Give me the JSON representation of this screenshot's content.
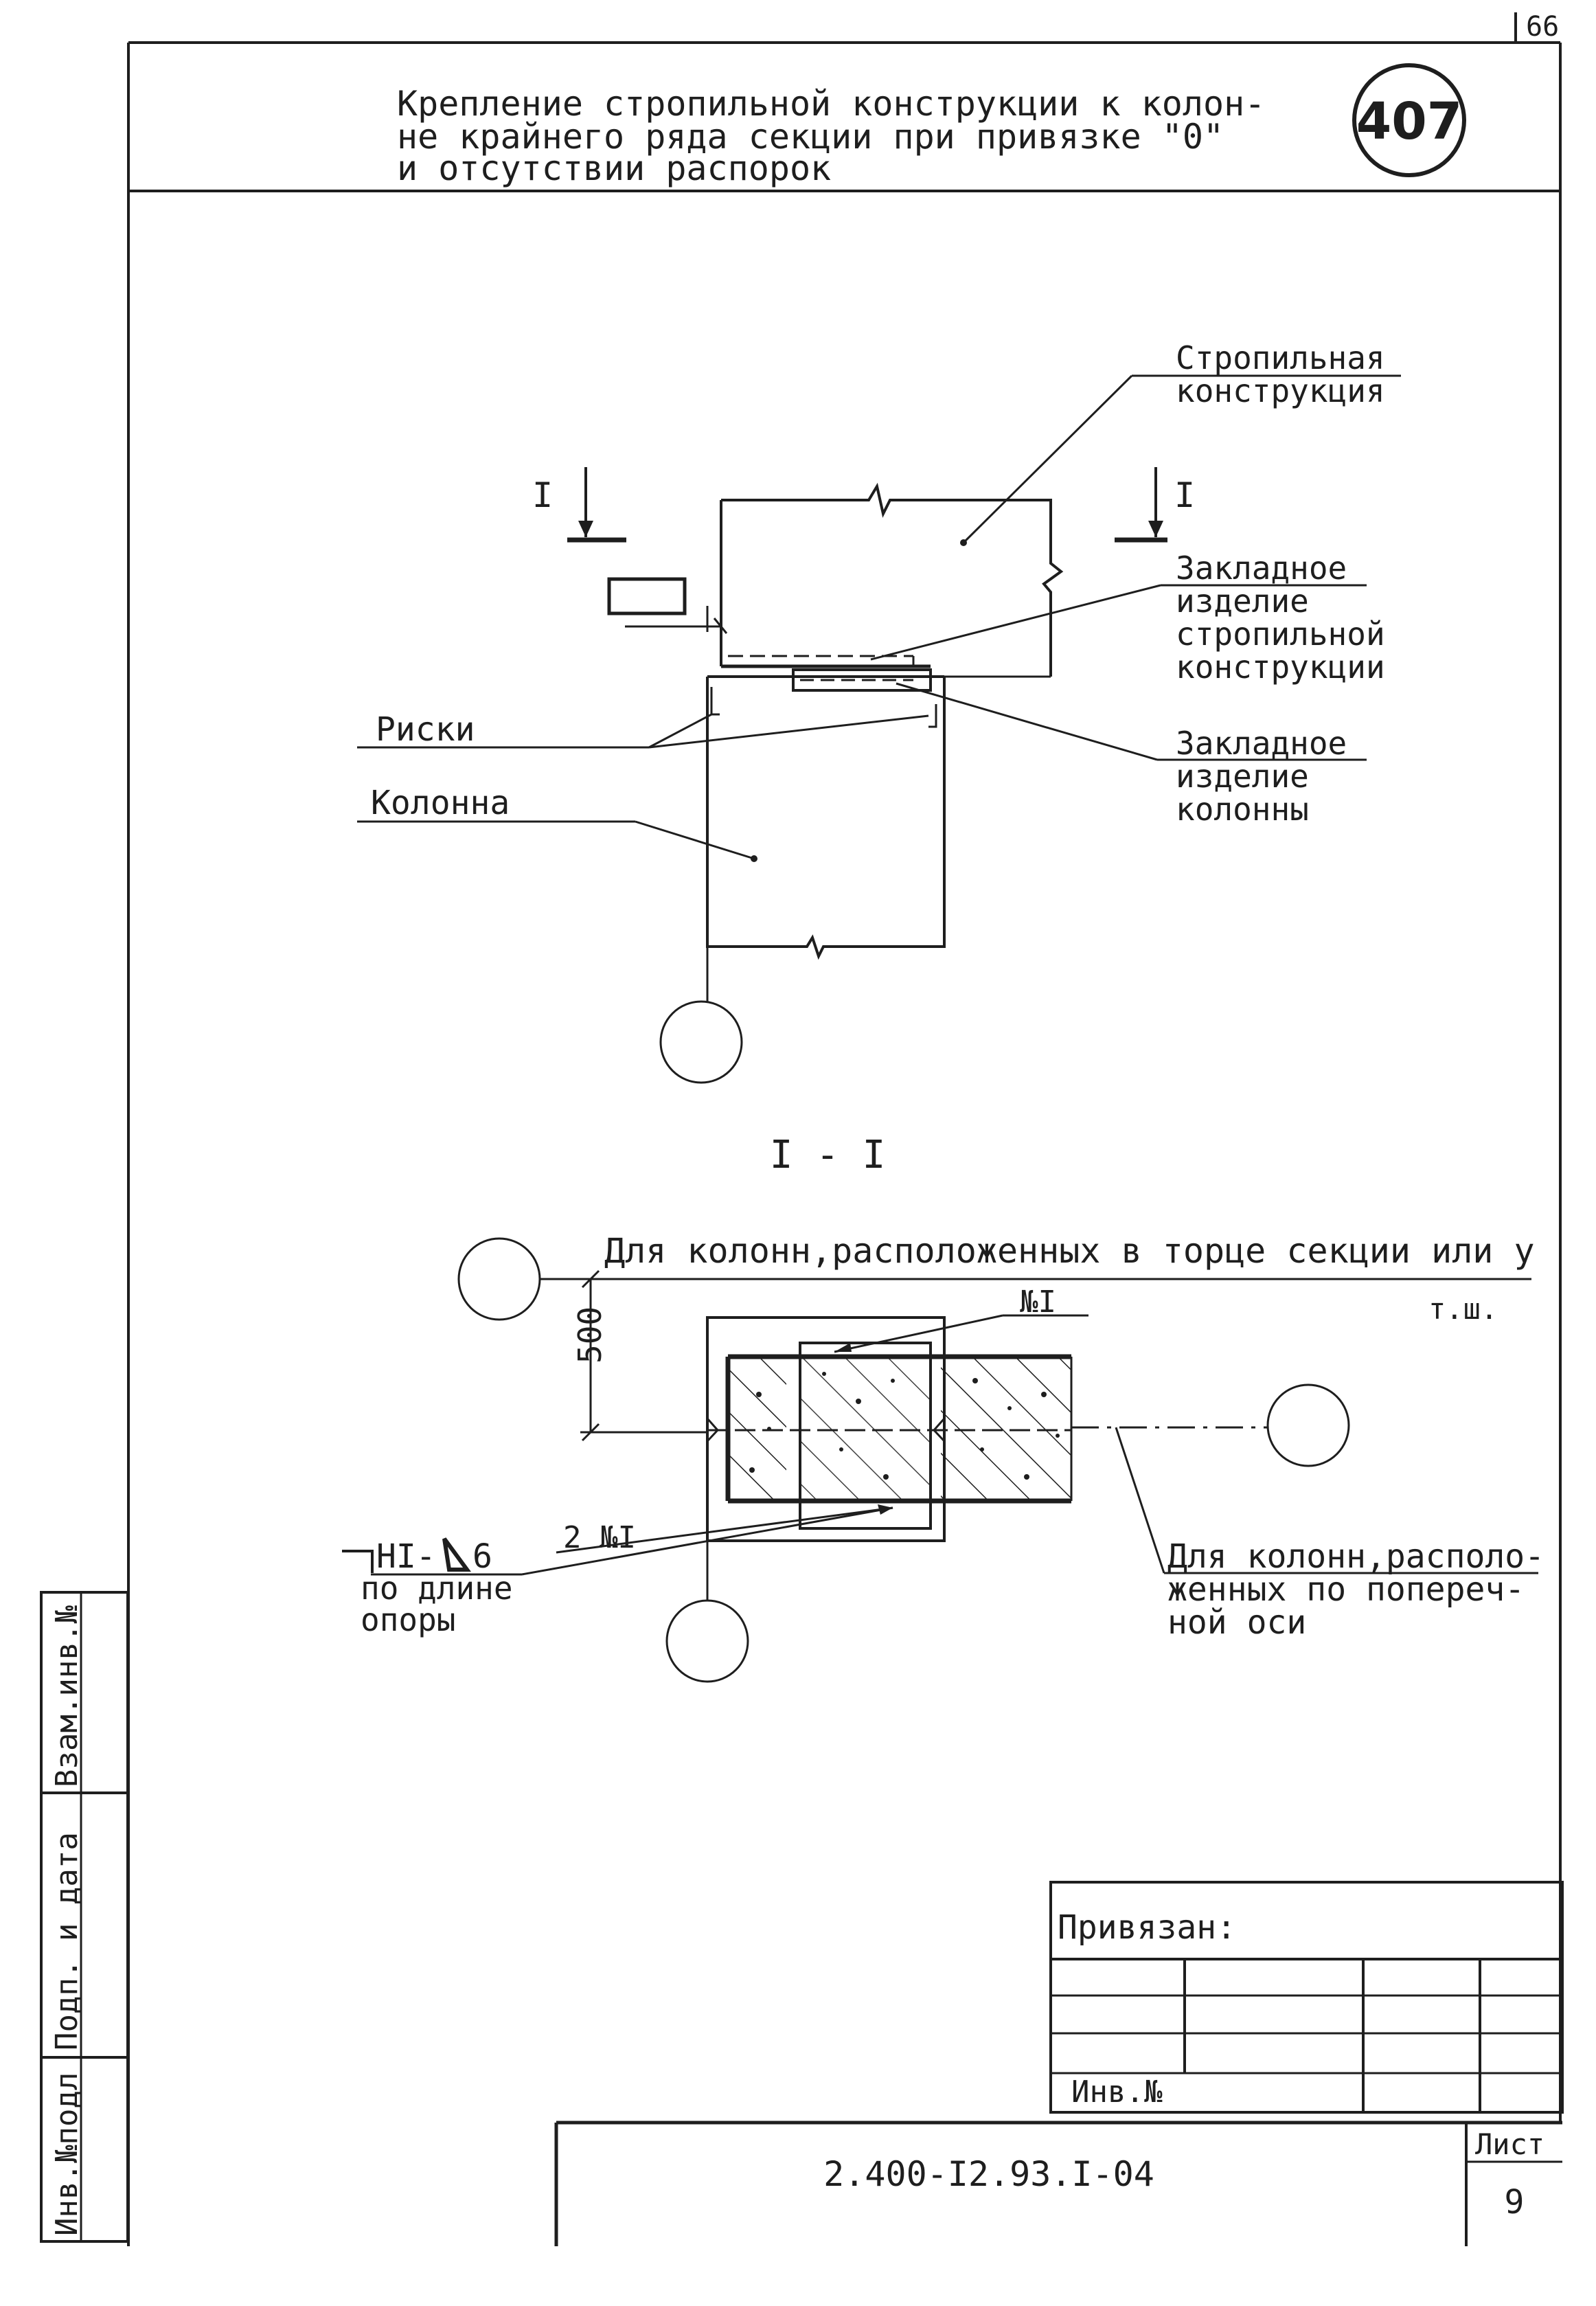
{
  "page": {
    "page_number": "66",
    "drawing_number": "407",
    "title_lines": [
      "Крепление стропильной конструкции к колон-",
      "не крайнего ряда секции при привязке \"0\"",
      "и отсутствии распорок"
    ]
  },
  "elevation": {
    "section_mark_left": "I",
    "section_mark_right": "I",
    "labels": {
      "truss_1": "Стропильная",
      "truss_2": "конструкция",
      "embed_truss_1": "Закладное",
      "embed_truss_2": "изделие",
      "embed_truss_3": "стропильной",
      "embed_truss_4": "конструкции",
      "marks": "Риски",
      "embed_col_1": "Закладное",
      "embed_col_2": "изделие",
      "embed_col_3": "колонны",
      "column": "Колонна"
    }
  },
  "section": {
    "title": "I - I",
    "note_top_1": "Для колонн,расположенных в торце секции или у",
    "note_top_2": "т.ш.",
    "dimension": "500",
    "ref_top": "№I",
    "ref_bottom": "2 №I",
    "weld_1": "НI-",
    "weld_size": "6",
    "weld_2": "по длине",
    "weld_3": "опоры",
    "note_right_1": "Для колонн,располо-",
    "note_right_2": "женных по попереч-",
    "note_right_3": "ной оси"
  },
  "stamp": {
    "side_field_1": "Инв.№подл",
    "side_field_2": "Подп. и дата",
    "side_field_3": "Взам.инв.№",
    "bound_label": "Привязан:",
    "inv_label": "Инв.№",
    "code": "2.400-I2.93.I-04",
    "sheet_label": "Лист",
    "sheet_number": "9"
  }
}
